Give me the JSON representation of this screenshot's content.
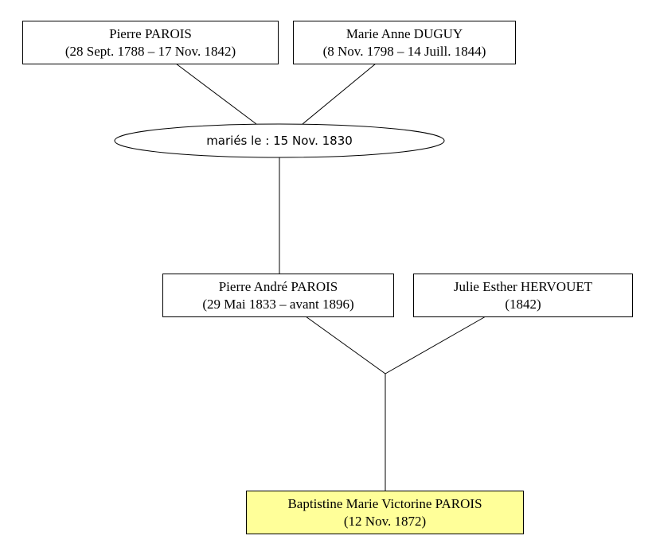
{
  "people": {
    "father_of_father": {
      "name": "Pierre PAROIS",
      "dates": "(28 Sept. 1788 – 17 Nov. 1842)"
    },
    "mother_of_father": {
      "name": "Marie Anne DUGUY",
      "dates": "(8 Nov. 1798 – 14 Juill. 1844)"
    },
    "father": {
      "name": "Pierre André PAROIS",
      "dates": "(29 Mai 1833 – avant 1896)"
    },
    "mother": {
      "name": "Julie Esther HERVOUET",
      "dates": "(1842)"
    },
    "child": {
      "name": "Baptistine Marie Victorine PAROIS",
      "dates": "(12 Nov. 1872)"
    }
  },
  "marriage": {
    "label": "mariés le : 15 Nov. 1830"
  },
  "colors": {
    "highlight": "#ffff99",
    "line": "#000000"
  }
}
